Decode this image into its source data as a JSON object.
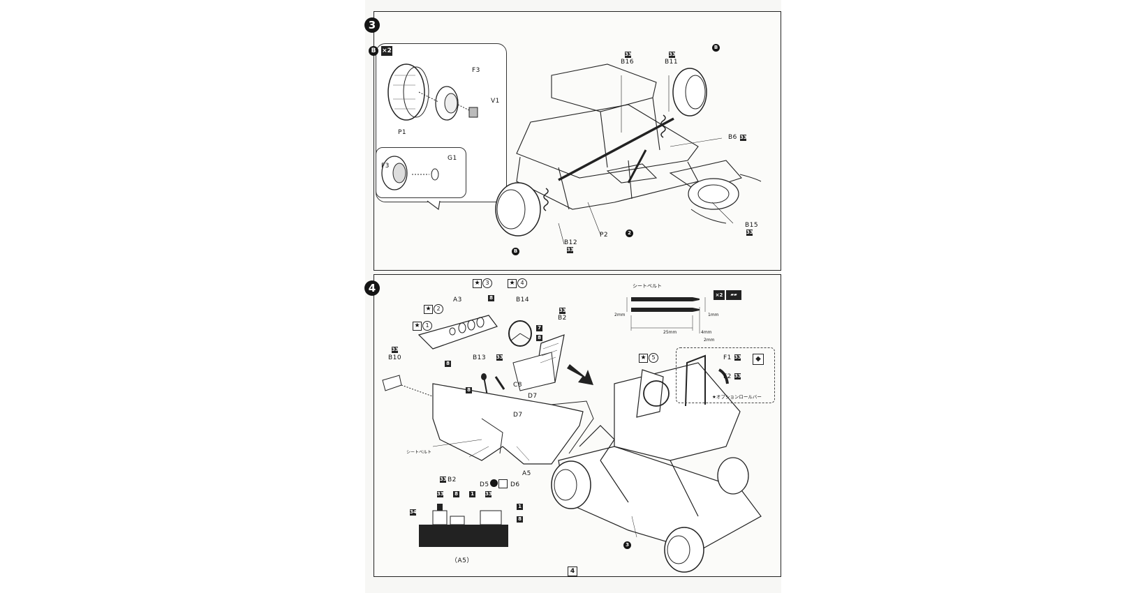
{
  "page_number": "4",
  "step3": {
    "number": "3",
    "callout": {
      "badge": "B",
      "multiplier": "×2",
      "labels": {
        "f3": "F3",
        "v1": "V1",
        "p1": "P1",
        "f3b": "F3",
        "g1": "G1"
      }
    },
    "labels": {
      "b_top": "B",
      "b16": "B16",
      "b11": "B11",
      "b6": "B6",
      "b15": "B15",
      "b12": "B12",
      "p2": "P2",
      "step2": "2",
      "b_bottom": "B"
    }
  },
  "step4": {
    "number": "4",
    "stars": {
      "s1": "1",
      "s2": "2",
      "s3": "3",
      "s4": "4",
      "s5": "5"
    },
    "labels": {
      "a3": "A3",
      "b14": "B14",
      "b2_top": "B2",
      "b10": "B10",
      "b13": "B13",
      "c8": "C8",
      "d7": "D7",
      "d7b": "D7",
      "seatbelt_label": "シートベルト",
      "b2_bottom": "B2",
      "a5": "A5",
      "d5": "D5",
      "d6": "D6",
      "a5_caption": "（A5）",
      "step3_ref": "3",
      "f1": "F1",
      "f2": "F2",
      "option_rollbar": "★オプションロールバー"
    },
    "seatbelt_spec": {
      "title": "シートベルト",
      "multiplier": "×2",
      "dim_2mm": "2mm",
      "dim_1mm": "1mm",
      "dim_25mm": "25mm",
      "dim_4mm": "4mm",
      "dim_2mm_b": "2mm"
    },
    "color_codes": [
      "8",
      "7",
      "8",
      "8",
      "8",
      "1",
      "33",
      "34",
      "33",
      "8",
      "1",
      "8"
    ]
  }
}
